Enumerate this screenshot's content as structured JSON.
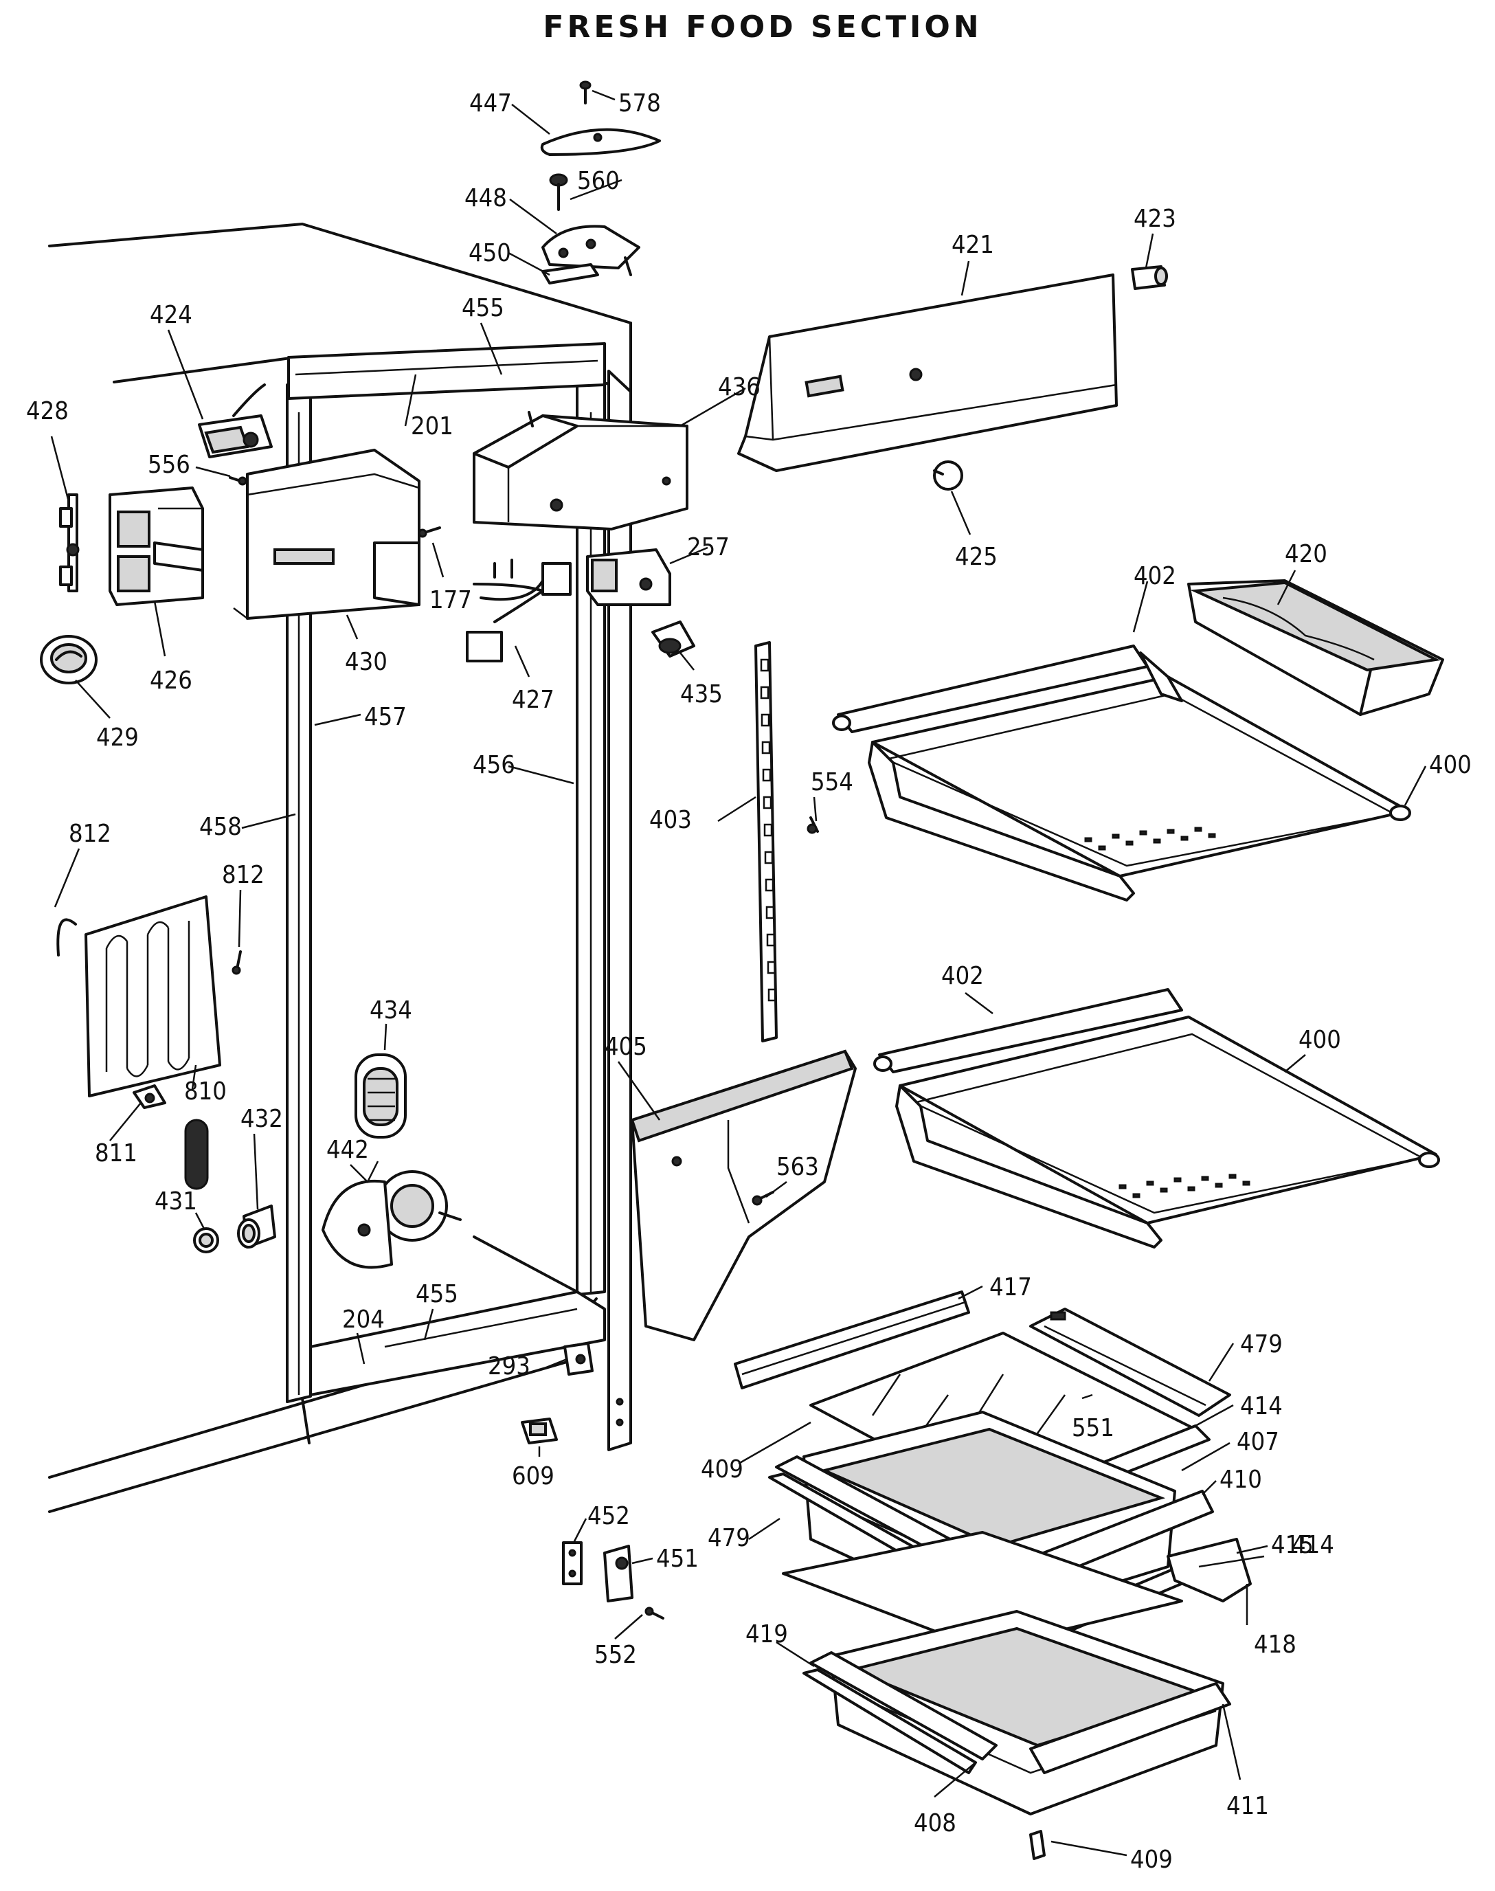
{
  "title": "FRESH FOOD SECTION",
  "labels": {
    "p578": "578",
    "p447": "447",
    "p560": "560",
    "p448": "448",
    "p450": "450",
    "p423": "423",
    "p421": "421",
    "p424": "424",
    "p455a": "455",
    "p428": "428",
    "p201": "201",
    "p436": "436",
    "p556": "556",
    "p425": "425",
    "p257": "257",
    "p177": "177",
    "p402a": "402",
    "p420": "420",
    "p426": "426",
    "p430": "430",
    "p427": "427",
    "p435": "435",
    "p429": "429",
    "p457": "457",
    "p456": "456",
    "p554": "554",
    "p400a": "400",
    "p403": "403",
    "p812a": "812",
    "p458": "458",
    "p812b": "812",
    "p434": "434",
    "p402b": "402",
    "p400b": "400",
    "p405": "405",
    "p810": "810",
    "p811": "811",
    "p432": "432",
    "p442": "442",
    "p563": "563",
    "p431": "431",
    "p455b": "455",
    "p417": "417",
    "p204": "204",
    "p479a": "479",
    "p293": "293",
    "p414a": "414",
    "p551": "551",
    "p407": "407",
    "p609": "609",
    "p409a": "409",
    "p410": "410",
    "p452": "452",
    "p479b": "479",
    "p415": "415",
    "p414b": "414",
    "p451": "451",
    "p418": "418",
    "p552": "552",
    "p419": "419",
    "p411": "411",
    "p408": "408",
    "p409b": "409"
  }
}
